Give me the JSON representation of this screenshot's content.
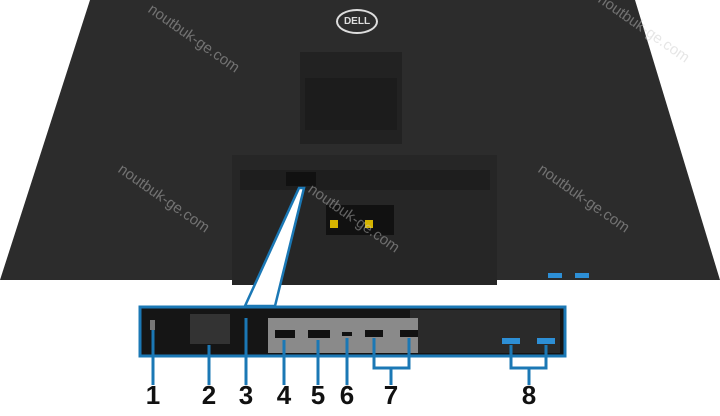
{
  "brand_logo": "DELL",
  "watermark": "noutbuk-ge.com",
  "callout_numbers": [
    "1",
    "2",
    "3",
    "4",
    "5",
    "6",
    "7",
    "8"
  ],
  "colors": {
    "callout": "#1b78b5",
    "body": "#2b2b2b",
    "port_usb": "#2d8fd6"
  }
}
